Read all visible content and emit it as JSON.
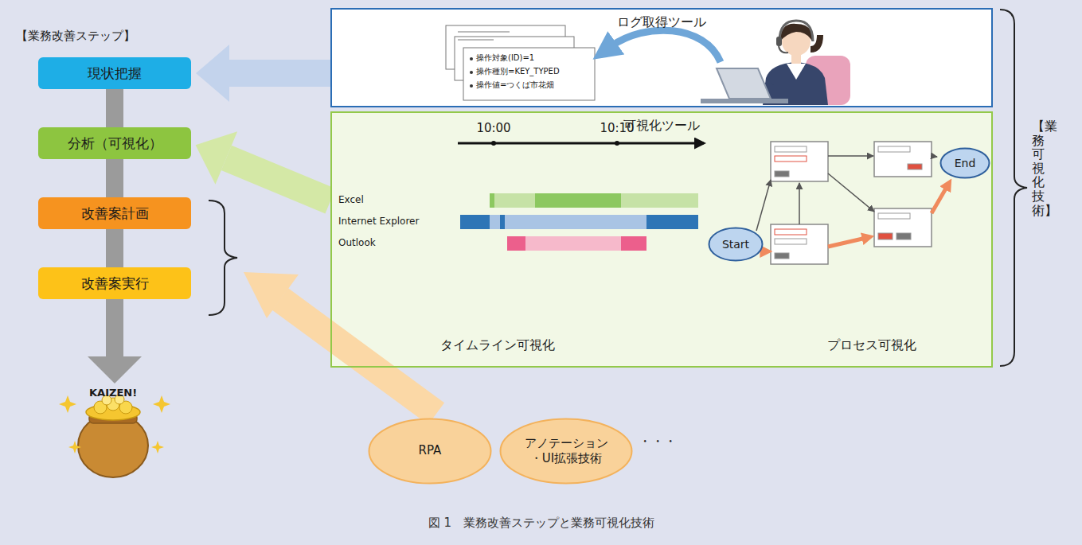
{
  "diagram": {
    "caption": "図 1　業務改善ステップと業務可視化技術",
    "nodes": [
      {
        "text": [
          "現状把握"
        ]
      },
      {
        "text": [
          "分析（可視化）"
        ]
      },
      {
        "text": [
          "改善案計画"
        ]
      },
      {
        "text": [
          "改善案実行"
        ]
      },
      {
        "text": [
          "ログ取得ツール"
        ]
      },
      {
        "text": [
          "可視化ツール"
        ]
      },
      {
        "text": [
          "Start"
        ],
        "in": 5
      },
      {
        "text": [
          "End"
        ],
        "in": 5
      },
      {
        "text": [
          "RPA"
        ]
      },
      {
        "text": [
          "アノテーション・UI拡張技術"
        ]
      }
    ],
    "edges": [
      {
        "from": 0,
        "to": 1,
        "arrow": "none"
      },
      {
        "from": 1,
        "to": 2,
        "arrow": "none"
      },
      {
        "from": 2,
        "to": 3,
        "arrow": "none"
      },
      {
        "from": 4,
        "to": 0,
        "arrow": "to"
      },
      {
        "from": 5,
        "to": 1,
        "arrow": "to"
      }
    ],
    "labels": [
      "【業務改善ステップ】",
      "KAIZEN!",
      "操作対象(ID)=1",
      "操作種別=KEY_TYPED",
      "操作値=つくば市花畑",
      "10:00",
      "10:10",
      "Excel",
      "Internet Explorer",
      "Outlook",
      "タイムライン可視化",
      "プロセス可視化",
      "【業務可視化技術】",
      "・・・"
    ]
  }
}
